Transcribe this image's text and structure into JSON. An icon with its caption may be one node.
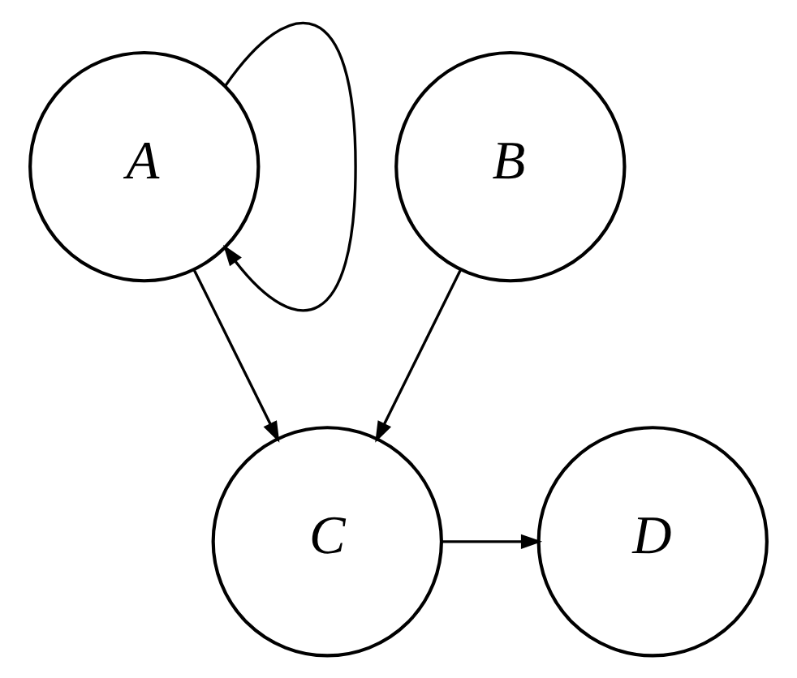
{
  "diagram": {
    "nodes": [
      {
        "text": [
          "A"
        ]
      },
      {
        "text": [
          "B"
        ]
      },
      {
        "text": [
          "C"
        ]
      },
      {
        "text": [
          "D"
        ]
      }
    ],
    "edges": [
      {
        "from": 0,
        "to": 0,
        "arrow": "to"
      },
      {
        "from": 0,
        "to": 2,
        "arrow": "to"
      },
      {
        "from": 1,
        "to": 2,
        "arrow": "to"
      },
      {
        "from": 2,
        "to": 3,
        "arrow": "to"
      }
    ]
  }
}
